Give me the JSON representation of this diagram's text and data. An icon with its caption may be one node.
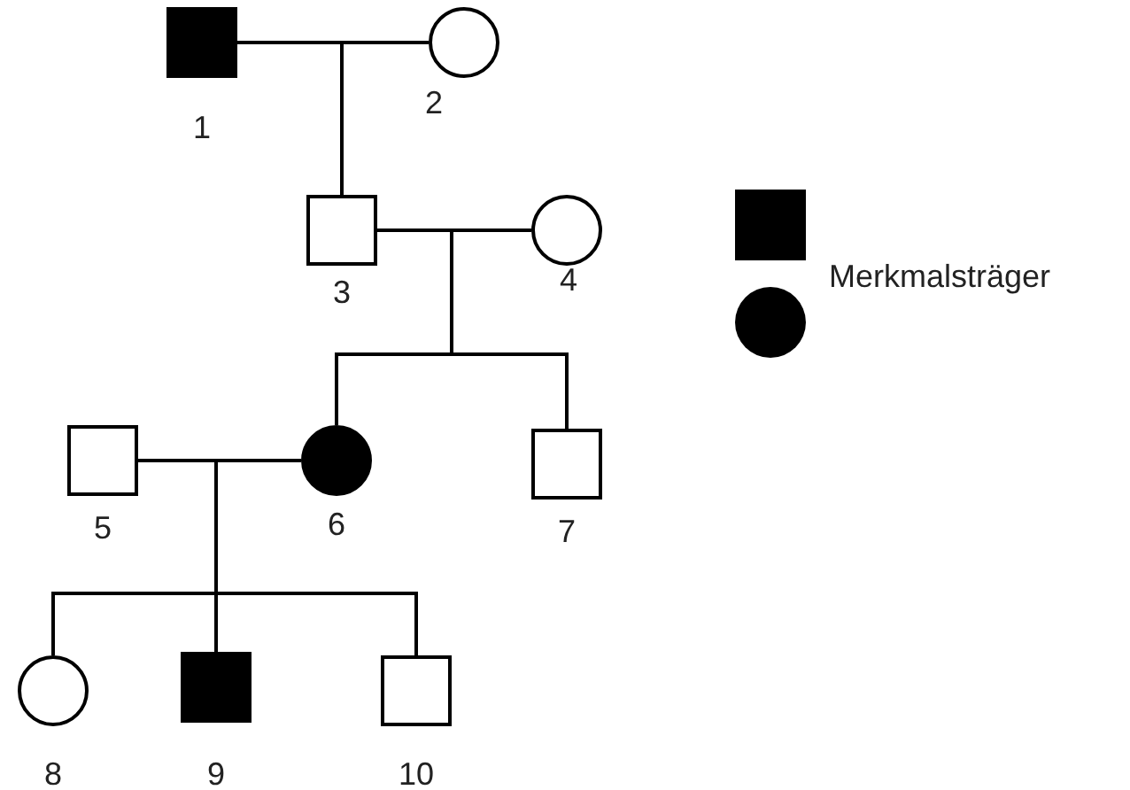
{
  "diagram": {
    "nodes": [
      {
        "text": [],
        "shape": "box",
        "beside": [
          "1"
        ]
      },
      {
        "text": [],
        "shape": "circle",
        "beside": [
          "2"
        ]
      },
      {
        "text": [],
        "shape": "box",
        "beside": [
          "3"
        ]
      },
      {
        "text": [],
        "shape": "circle",
        "beside": [
          "4"
        ]
      },
      {
        "text": [],
        "shape": "box",
        "beside": [
          "5"
        ]
      },
      {
        "text": [],
        "shape": "circle",
        "beside": [
          "6"
        ]
      },
      {
        "text": [],
        "shape": "box",
        "beside": [
          "7"
        ]
      },
      {
        "text": [],
        "shape": "circle",
        "beside": [
          "8"
        ]
      },
      {
        "text": [],
        "shape": "box",
        "beside": [
          "9"
        ]
      },
      {
        "text": [],
        "shape": "box",
        "beside": [
          "10"
        ]
      }
    ],
    "edges": [
      {
        "from": 0,
        "to": 1,
        "arrow": "none"
      },
      {
        "from": 0,
        "to": 2,
        "arrow": "none"
      },
      {
        "from": 1,
        "to": 2,
        "arrow": "none"
      },
      {
        "from": 2,
        "to": 3,
        "arrow": "none"
      },
      {
        "from": 2,
        "to": 5,
        "arrow": "none"
      },
      {
        "from": 3,
        "to": 5,
        "arrow": "none"
      },
      {
        "from": 2,
        "to": 6,
        "arrow": "none"
      },
      {
        "from": 3,
        "to": 6,
        "arrow": "none"
      },
      {
        "from": 4,
        "to": 5,
        "arrow": "none"
      },
      {
        "from": 4,
        "to": 7,
        "arrow": "none"
      },
      {
        "from": 5,
        "to": 7,
        "arrow": "none"
      },
      {
        "from": 4,
        "to": 8,
        "arrow": "none"
      },
      {
        "from": 5,
        "to": 8,
        "arrow": "none"
      },
      {
        "from": 4,
        "to": 9,
        "arrow": "none"
      },
      {
        "from": 5,
        "to": 9,
        "arrow": "none"
      }
    ],
    "legend": [
      {
        "text": "Merkmalsträger"
      }
    ]
  }
}
